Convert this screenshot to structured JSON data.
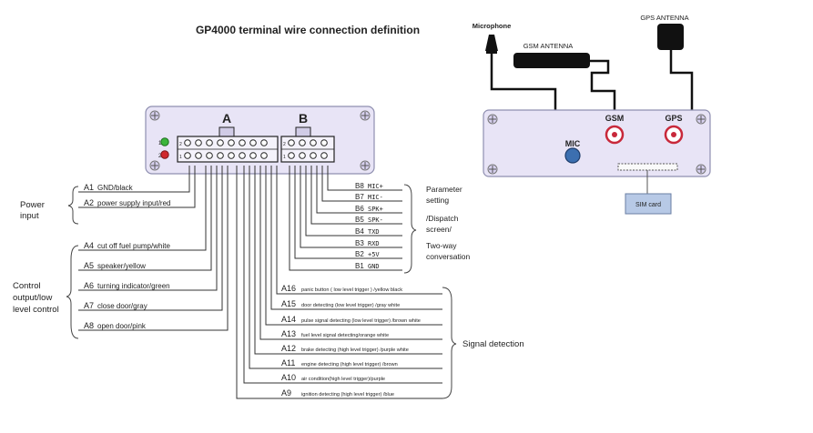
{
  "title": "GP4000 terminal wire connection definition",
  "connector": {
    "label_a": "A",
    "label_b": "B",
    "led_green": "1",
    "led_red": "2",
    "pin_row_top": "2",
    "pin_row_bottom": "1"
  },
  "groups": {
    "power_input": [
      "Power",
      "input"
    ],
    "control": [
      "Control",
      "output/low",
      "level control"
    ],
    "parameter": [
      "Parameter",
      "setting",
      "/Dispatch",
      "screen/",
      "Two-way",
      "conversation"
    ],
    "signal": "Signal detection"
  },
  "a_left_pins": [
    {
      "id": "A1",
      "desc": "GND/black"
    },
    {
      "id": "A2",
      "desc": "power supply input/red"
    },
    {
      "id": "A4",
      "desc": "cut off fuel pump/white"
    },
    {
      "id": "A5",
      "desc": "speaker/yellow"
    },
    {
      "id": "A6",
      "desc": "turning indicator/green"
    },
    {
      "id": "A7",
      "desc": "close door/gray"
    },
    {
      "id": "A8",
      "desc": "open door/pink"
    }
  ],
  "b_pins": [
    {
      "id": "B8",
      "desc": "MIC+"
    },
    {
      "id": "B7",
      "desc": "MIC-"
    },
    {
      "id": "B6",
      "desc": "SPK+"
    },
    {
      "id": "B5",
      "desc": "SPK-"
    },
    {
      "id": "B4",
      "desc": "TXD"
    },
    {
      "id": "B3",
      "desc": "RXD"
    },
    {
      "id": "B2",
      "desc": "+5V"
    },
    {
      "id": "B1",
      "desc": "GND"
    }
  ],
  "a_right_pins": [
    {
      "id": "A16",
      "desc": "panic button ( low level trigger ) /yellow black"
    },
    {
      "id": "A15",
      "desc": "door detecting (low level trigger) /gray white"
    },
    {
      "id": "A14",
      "desc": "pulse signal detecting (low level trigger) /brown white"
    },
    {
      "id": "A13",
      "desc": "fuel level signal detecting/orange white"
    },
    {
      "id": "A12",
      "desc": "brake detecting (high level trigger) /purple white"
    },
    {
      "id": "A11",
      "desc": "engine detecting (high level trigger) /brown"
    },
    {
      "id": "A10",
      "desc": "air condition(high level trigger)/purple"
    },
    {
      "id": "A9",
      "desc": "ignition detecting (high level trigger) /blue"
    }
  ],
  "device": {
    "microphone": "Microphone",
    "gsm_antenna": "GSM ANTENNA",
    "gps_antenna": "GPS ANTENNA",
    "mic": "MIC",
    "gsm": "GSM",
    "gps": "GPS",
    "sim_card": "SIM card"
  },
  "colors": {
    "panel_fill": "#e8e4f6",
    "panel_stroke": "#8f8fb0",
    "port_red": "#c8283a",
    "mic_blue": "#3c6fb0",
    "sim_fill": "#b7c9e6",
    "led_green": "#3bb53b",
    "led_red": "#d0282d"
  }
}
